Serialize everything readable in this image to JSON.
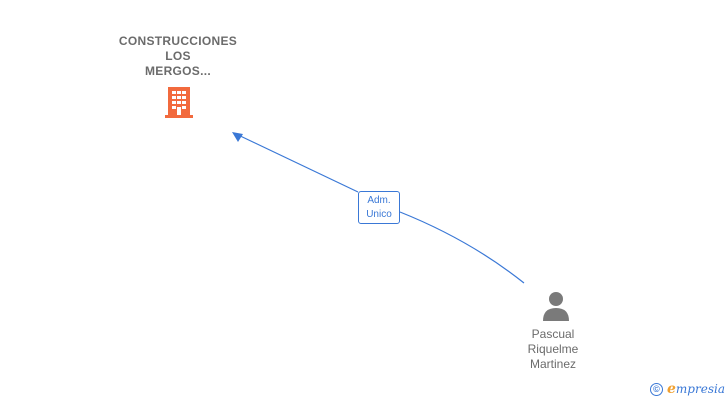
{
  "company": {
    "name_lines": [
      "CONSTRUCCIONES",
      "LOS",
      "MERGOS..."
    ],
    "icon": "building-icon",
    "icon_color": "#f26a3d"
  },
  "person": {
    "name_lines": [
      "Pascual",
      "Riquelme",
      "Martinez"
    ],
    "icon": "person-icon",
    "icon_color": "#7a7a7a"
  },
  "relation": {
    "role_lines": [
      "Adm.",
      "Unico"
    ],
    "edge_color": "#3a78d6"
  },
  "brand": {
    "copyright_symbol": "©",
    "name_first": "e",
    "name_rest": "mpresia"
  }
}
